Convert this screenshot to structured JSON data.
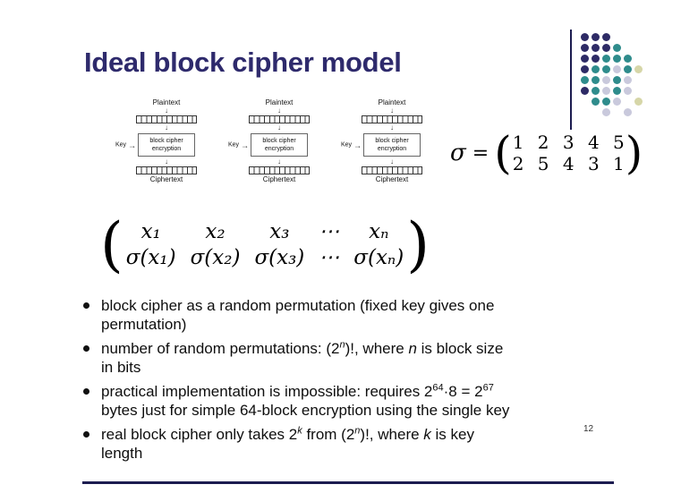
{
  "slide": {
    "title": "Ideal block cipher model",
    "page_number": "12"
  },
  "decoration": {
    "colors": {
      "n": "#2e2b66",
      "t": "#2f8c8c",
      "l": "#c9c9dc",
      "y": "#d6d6a8"
    },
    "rows": [
      [
        "n",
        "n",
        "n",
        null,
        null,
        null
      ],
      [
        "n",
        "n",
        "n",
        "t",
        null,
        null
      ],
      [
        "n",
        "n",
        "t",
        "t",
        "t",
        null
      ],
      [
        "n",
        "t",
        "t",
        "l",
        "t",
        "y"
      ],
      [
        "t",
        "t",
        "l",
        "t",
        "l",
        null
      ],
      [
        "n",
        "t",
        "l",
        "t",
        "l",
        null
      ],
      [
        null,
        "t",
        "t",
        "l",
        null,
        "y"
      ],
      [
        null,
        null,
        "l",
        null,
        "l",
        null
      ]
    ]
  },
  "diagram": {
    "columns": [
      {
        "plaintext": "Plaintext",
        "key": "Key",
        "box": "block cipher encryption",
        "ciphertext": "Ciphertext"
      },
      {
        "plaintext": "Plaintext",
        "key": "Key",
        "box": "block cipher encryption",
        "ciphertext": "Ciphertext"
      },
      {
        "plaintext": "Plaintext",
        "key": "Key",
        "box": "block cipher encryption",
        "ciphertext": "Ciphertext"
      }
    ]
  },
  "sigma": {
    "symbol": "σ",
    "equals": "=",
    "paren_open": "(",
    "paren_close": ")",
    "row_top": "1 2 3 4 5",
    "row_bottom": "2 5 4 3 1"
  },
  "matrix": {
    "paren_open": "(",
    "paren_close": ")",
    "row_top": [
      "x₁",
      "x₂",
      "x₃",
      "⋯",
      "xₙ"
    ],
    "row_bottom": [
      "σ(x₁)",
      "σ(x₂)",
      "σ(x₃)",
      "⋯",
      "σ(xₙ)"
    ]
  },
  "bullets": [
    {
      "segments": [
        {
          "t": "block cipher as a random permutation (fixed key gives one"
        },
        {
          "s": "br"
        },
        {
          "t": "permutation)"
        }
      ]
    },
    {
      "segments": [
        {
          "t": "number of random permutations: (2"
        },
        {
          "t": "n",
          "s": "sup-i"
        },
        {
          "t": ")!, where "
        },
        {
          "t": "n",
          "s": "i"
        },
        {
          "t": " is block size"
        },
        {
          "s": "br"
        },
        {
          "t": "in bits"
        }
      ]
    },
    {
      "segments": [
        {
          "t": "practical implementation is impossible: requires 2"
        },
        {
          "t": "64",
          "s": "sup"
        },
        {
          "t": "·8 = 2"
        },
        {
          "t": "67",
          "s": "sup"
        },
        {
          "s": "br"
        },
        {
          "t": "bytes just for simple 64-block encryption using the single key"
        }
      ]
    },
    {
      "segments": [
        {
          "t": "real block cipher only takes 2"
        },
        {
          "t": "k",
          "s": "sup-i"
        },
        {
          "t": " from (2"
        },
        {
          "t": "n",
          "s": "sup-i"
        },
        {
          "t": ")!, where "
        },
        {
          "t": "k",
          "s": "i"
        },
        {
          "t": " is key"
        },
        {
          "s": "br"
        },
        {
          "t": "length"
        }
      ]
    }
  ]
}
